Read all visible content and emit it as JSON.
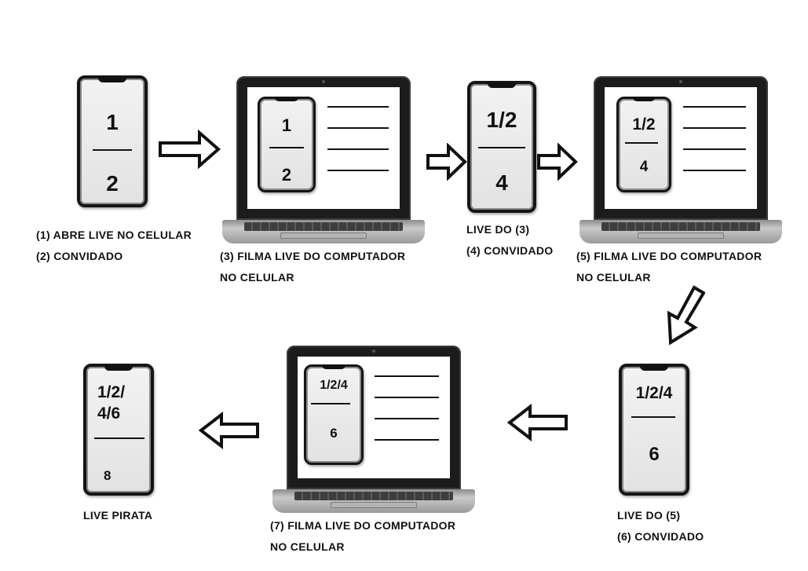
{
  "steps": {
    "s1": {
      "phone": {
        "top": "1",
        "bottom": "2"
      },
      "caption": [
        "(1) ABRE LIVE NO CELULAR",
        "(2) CONVIDADO"
      ]
    },
    "s2": {
      "screen_phone": {
        "top": "1",
        "bottom": "2"
      },
      "caption": [
        "(3) FILMA LIVE DO COMPUTADOR",
        "NO CELULAR"
      ]
    },
    "s3": {
      "phone": {
        "top": "1/2",
        "bottom": "4"
      },
      "caption": [
        "LIVE DO (3)",
        "(4) CONVIDADO"
      ]
    },
    "s4": {
      "screen_phone": {
        "top": "1/2",
        "bottom": "4"
      },
      "caption": [
        "(5) FILMA LIVE DO COMPUTADOR",
        "NO CELULAR"
      ]
    },
    "s5": {
      "phone": {
        "top": "1/2/4",
        "bottom": "6"
      },
      "caption": [
        "LIVE DO (5)",
        "(6) CONVIDADO"
      ]
    },
    "s6": {
      "screen_phone": {
        "top": "1/2/4",
        "bottom": "6"
      },
      "caption": [
        "(7) FILMA LIVE DO COMPUTADOR",
        "NO CELULAR"
      ]
    },
    "s7": {
      "phone": {
        "top_line1": "1/2/",
        "top_line2": "4/6",
        "bottom": "8"
      },
      "caption": [
        "LIVE PIRATA"
      ]
    }
  },
  "arrows": [
    "right-arrow",
    "right-arrow",
    "right-arrow",
    "down-left-arrow",
    "left-arrow",
    "left-arrow"
  ],
  "colors": {
    "ink": "#111111",
    "phone_screen": "#e8e8e8",
    "laptop_body": "#1c1c1c"
  }
}
